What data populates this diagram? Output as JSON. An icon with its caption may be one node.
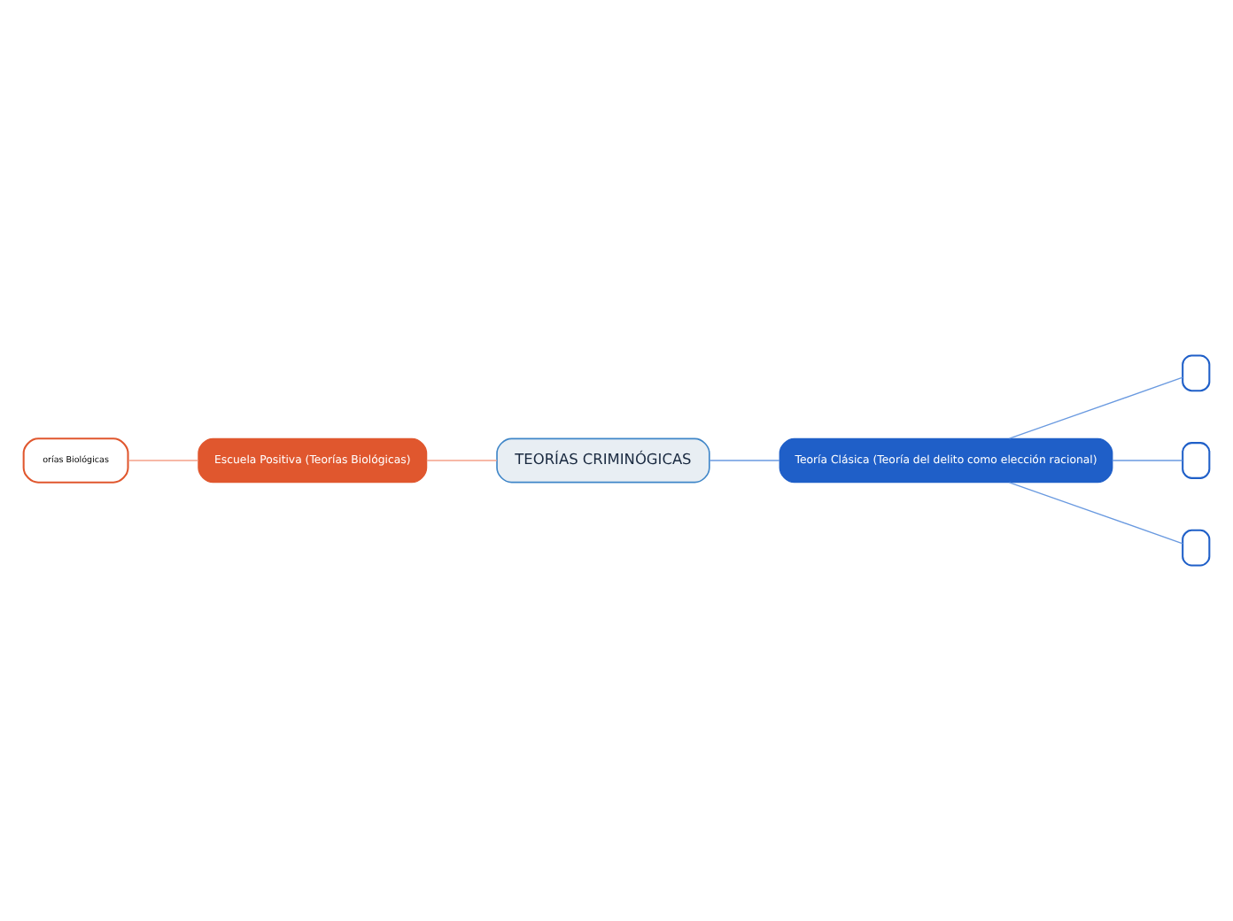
{
  "diagram": {
    "nodes": [
      {
        "text": [
          "TEORÍAS CRIMINÓGICAS"
        ]
      },
      {
        "text": [
          "Escuela Positiva (Teorías Biológicas)"
        ]
      },
      {
        "text": [
          "orías Biológicas"
        ]
      },
      {
        "text": [
          "Teoría Clásica (Teoría del delito como elección racional)"
        ]
      },
      {
        "text": [],
        "shape": "box"
      },
      {
        "text": [],
        "shape": "box"
      },
      {
        "text": [],
        "shape": "box"
      }
    ],
    "edges": [
      {
        "from": 0,
        "to": 1,
        "arrow": "none",
        "color": "#f4a08a"
      },
      {
        "from": 1,
        "to": 2,
        "arrow": "none",
        "color": "#f4a08a"
      },
      {
        "from": 0,
        "to": 3,
        "arrow": "none"
      },
      {
        "from": 3,
        "to": 4,
        "arrow": "none"
      },
      {
        "from": 3,
        "to": 5,
        "arrow": "none"
      },
      {
        "from": 3,
        "to": 6,
        "arrow": "none"
      }
    ]
  }
}
